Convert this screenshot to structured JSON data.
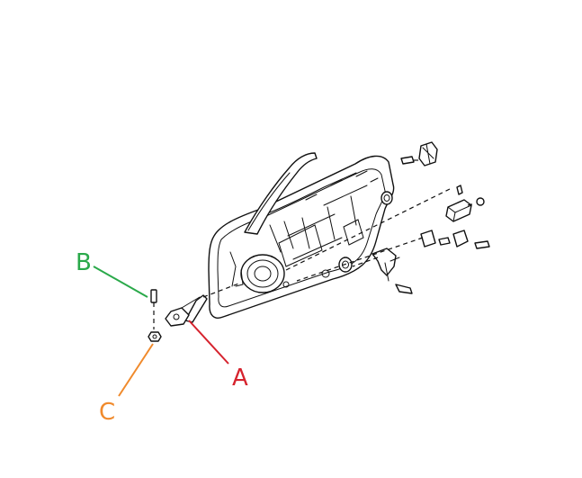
{
  "callouts": [
    {
      "label": "A",
      "color": "#d6232e"
    },
    {
      "label": "B",
      "color": "#2aa94a"
    },
    {
      "label": "C",
      "color": "#f08a2c"
    }
  ]
}
